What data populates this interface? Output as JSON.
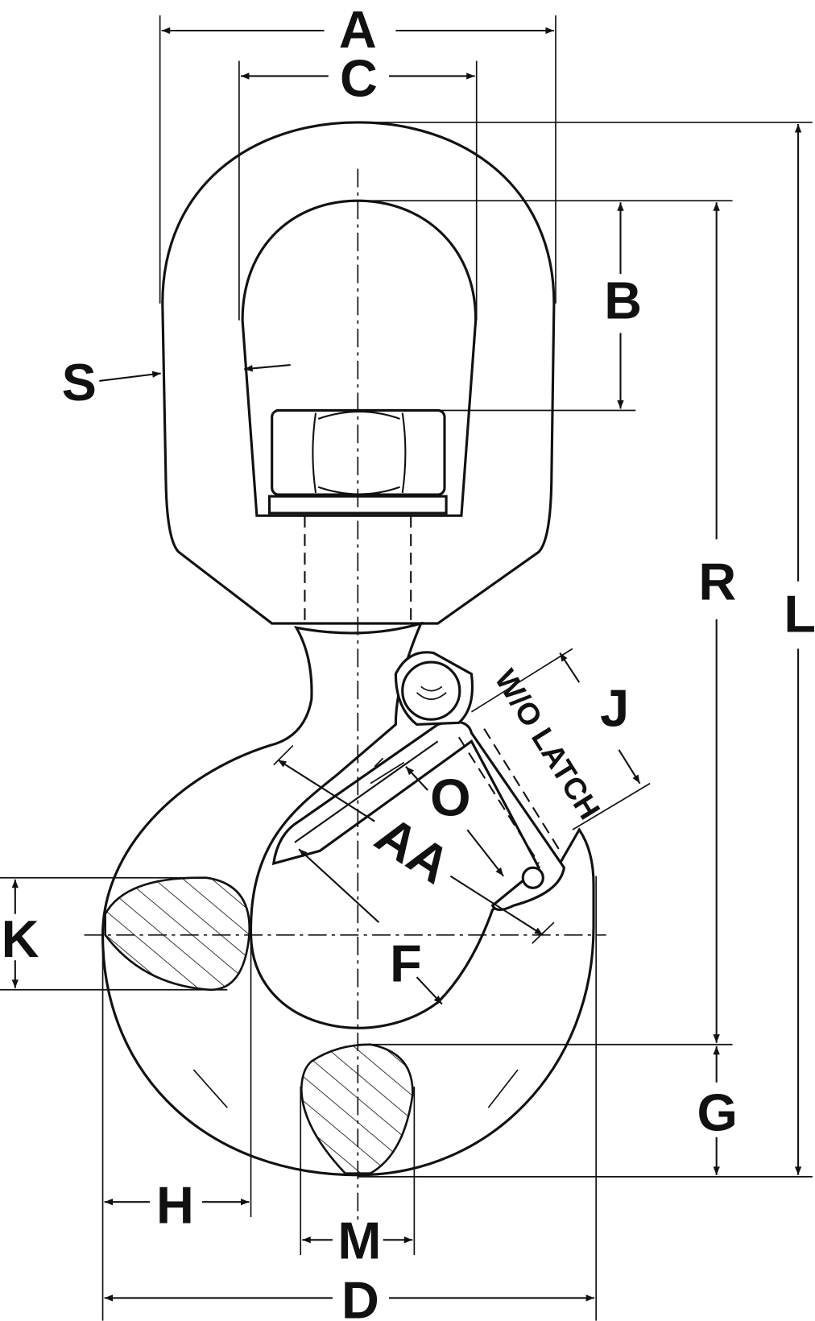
{
  "diagram": {
    "title": "Swivel hook dimension drawing",
    "labels": {
      "A": "A",
      "C": "C",
      "B": "B",
      "S": "S",
      "R": "R",
      "L": "L",
      "J": "J",
      "wo_latch": "W/O LATCH",
      "O": "O",
      "AA": "AA",
      "F": "F",
      "K": "K",
      "G": "G",
      "H": "H",
      "M": "M",
      "D": "D"
    }
  }
}
